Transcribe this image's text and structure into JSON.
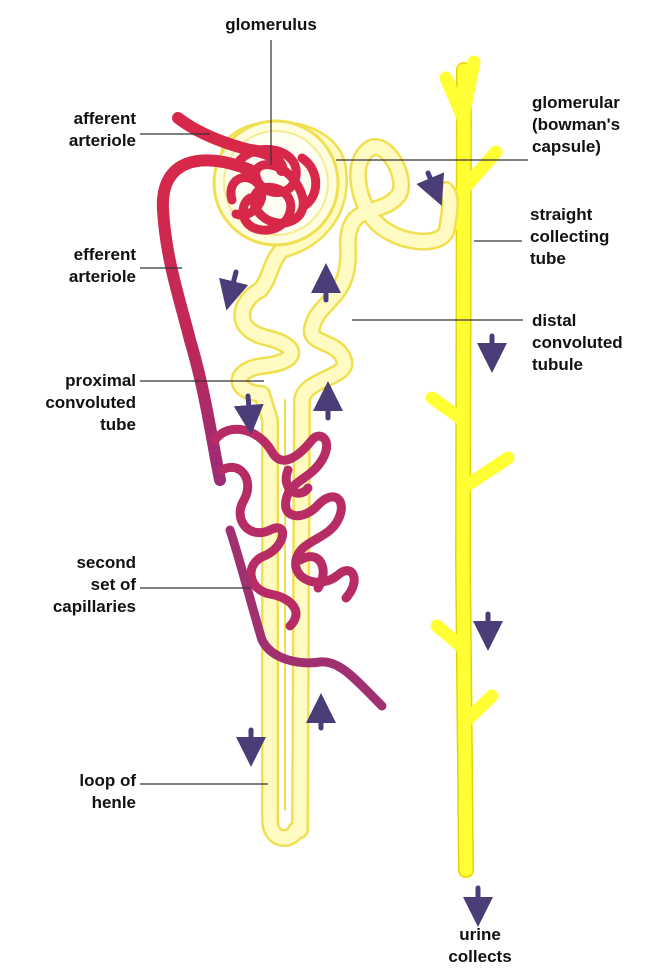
{
  "labels": {
    "glomerulus": "glomerulus",
    "afferent_arteriole": [
      "afferent",
      "arteriole"
    ],
    "efferent_arteriole": [
      "efferent",
      "arteriole"
    ],
    "proximal_convoluted_tube": [
      "proximal",
      "convoluted",
      "tube"
    ],
    "second_set_of_capillaries": [
      "second",
      "set of",
      "capillaries"
    ],
    "loop_of_henle": [
      "loop of",
      "henle"
    ],
    "glomerular_capsule": [
      "glomerular",
      "(bowman's",
      "capsule)"
    ],
    "straight_collecting_tube": [
      "straight",
      "collecting",
      "tube"
    ],
    "distal_convoluted_tubule": [
      "distal",
      "convoluted",
      "tubule"
    ],
    "urine_collects": [
      "urine",
      "collects"
    ]
  },
  "colors": {
    "tubule_fill": "#fffbc2",
    "tubule_outline": "#f0e050",
    "collecting_duct": "#ffff33",
    "arteriole_red": "#d8284a",
    "capillary_purple": "#a03070",
    "arrow": "#4a3d78",
    "leader_line": "#333333"
  }
}
